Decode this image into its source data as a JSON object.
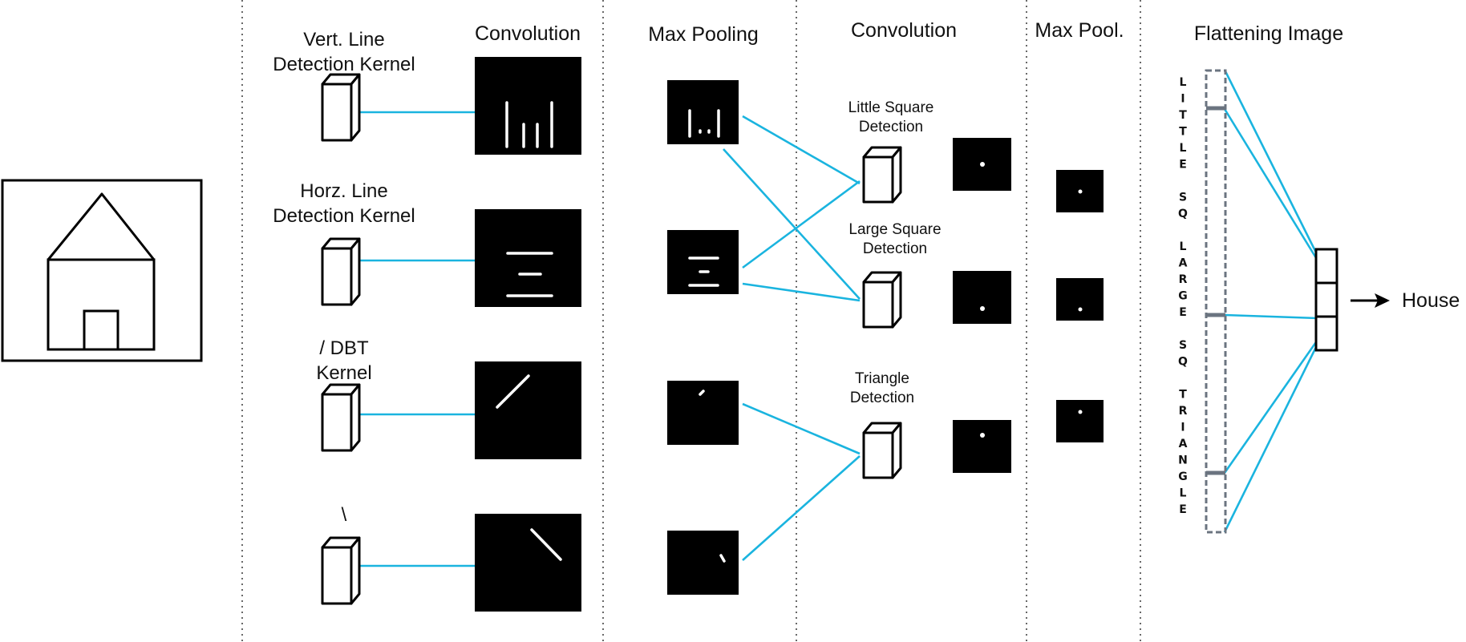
{
  "headers": {
    "conv1": "Convolution",
    "maxpool1": "Max Pooling",
    "conv2": "Convolution",
    "maxpool2": "Max Pool.",
    "flatten": "Flattening Image"
  },
  "kernels": [
    {
      "line1": "Vert. Line",
      "line2": "Detection Kernel"
    },
    {
      "line1": "Horz. Line",
      "line2": "Detection Kernel"
    },
    {
      "line1": "/ DBT",
      "line2": "Kernel"
    },
    {
      "line1": "\\",
      "line2": ""
    }
  ],
  "detectors": [
    {
      "line1": "Little Square",
      "line2": "Detection"
    },
    {
      "line1": "Large Square",
      "line2": "Detection"
    },
    {
      "line1": "Triangle",
      "line2": "Detection"
    }
  ],
  "flatten_letters": [
    "L",
    "I",
    "T",
    "T",
    "L",
    "E",
    "",
    "S",
    "Q",
    "",
    "L",
    "A",
    "R",
    "G",
    "E",
    "",
    "S",
    "Q",
    "",
    "T",
    "R",
    "I",
    "A",
    "N",
    "G",
    "L",
    "E"
  ],
  "output_label": "House",
  "colors": {
    "connector": "#1ab4df",
    "feature_map": "#000000",
    "separator": "#444444",
    "flatten_box": "#6b7480"
  }
}
